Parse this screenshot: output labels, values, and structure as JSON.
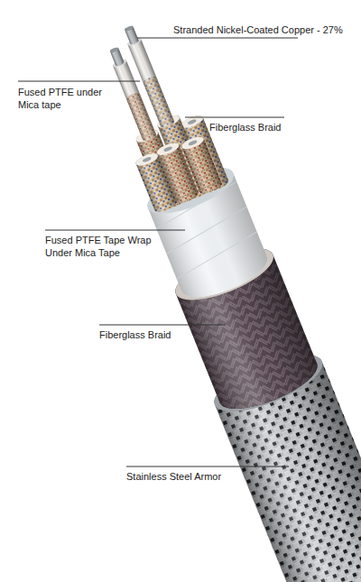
{
  "diagram": {
    "labels": [
      "Stranded Nickel-Coated Copper - 27%",
      "Fused PTFE under Mica tape",
      "Fiberglass Braid",
      "Fused PTFE Tape Wrap Under Mica Tape",
      "Fiberglass Braid",
      "Stainless Steel Armor"
    ]
  }
}
